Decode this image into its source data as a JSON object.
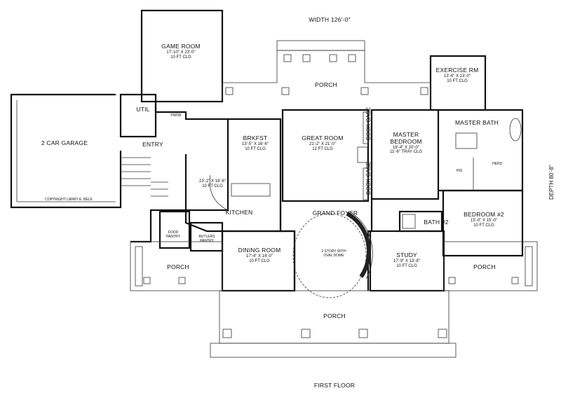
{
  "title": "FIRST FLOOR",
  "width_label": "WIDTH  126'-0\"",
  "depth_label": "DEPTH  80'-8\"",
  "copyright": "COPYRIGHT LARRY E. BELK",
  "rooms": {
    "game_room": {
      "name": "GAME ROOM",
      "dims": "17'-10\" X 23'-0\"",
      "clg": "10 FT CLG"
    },
    "garage": {
      "name": "2 CAR GARAGE"
    },
    "util": {
      "name": "UTIL"
    },
    "pwdr": {
      "name": "PWDR"
    },
    "entry": {
      "name": "ENTRY"
    },
    "brkfst": {
      "name": "BRKFST",
      "dims": "13'-5\" X 16'-6\"",
      "clg": "10 FT CLG"
    },
    "kitchen": {
      "name": "KITCHEN",
      "dims": "23'-2\" X 18'-6\"",
      "clg": "10 FT CLG"
    },
    "great_room": {
      "name": "GREAT ROOM",
      "dims": "21'-2\" X 21'-0\"",
      "clg": "12 FT CLG"
    },
    "porch_top": {
      "name": "PORCH"
    },
    "exercise": {
      "name": "EXERCISE RM",
      "dims": "13'-6\" X 13'-0\"",
      "clg": "10 FT CLG"
    },
    "master_bedroom": {
      "name1": "MASTER",
      "name2": "BEDROOM",
      "dims": "16'-4\" X 20'-0\"",
      "clg": "11'-6\" TRAY CLG"
    },
    "master_bath": {
      "name": "MASTER BATH",
      "his": "HIS",
      "hers": "HERS"
    },
    "grand_foyer": {
      "name": "GRAND FOYER",
      "note1": "2 STORY WITH",
      "note2": "OVAL DOME"
    },
    "food_pantry": {
      "name1": "FOOD",
      "name2": "PANTRY"
    },
    "butlers_pantry": {
      "name1": "BUTLERS",
      "name2": "PANTRY"
    },
    "dining": {
      "name": "DINING ROOM",
      "dims": "17'-4\" X 14'-0\"",
      "clg": "10 FT CLG"
    },
    "porch_left": {
      "name": "PORCH"
    },
    "study": {
      "name": "STUDY",
      "dims": "17'-9\" X 13'-8\"",
      "clg": "10 FT CLG"
    },
    "bath2": {
      "name": "BATH #2"
    },
    "bedroom2": {
      "name": "BEDROOM #2",
      "dims": "15'-0\" X 15'-0\"",
      "clg": "10 FT CLG"
    },
    "porch_right": {
      "name": "PORCH"
    },
    "porch_front": {
      "name": "PORCH"
    },
    "book_case_1": "BOOK CASE",
    "book_case_2": "BOOK CASE"
  }
}
